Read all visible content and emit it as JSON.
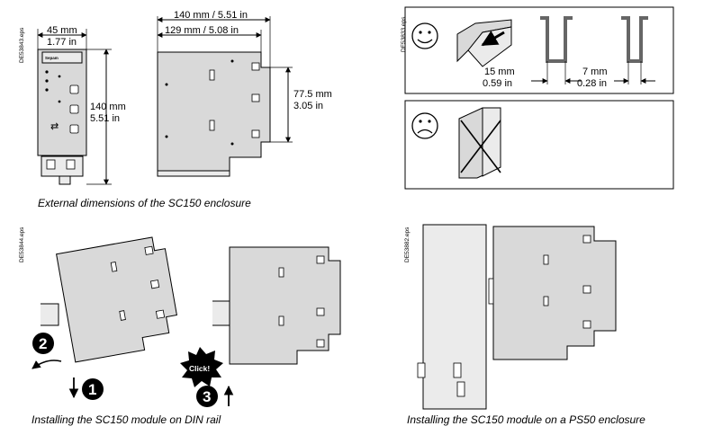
{
  "ids": {
    "top_left": "DE53843.eps",
    "top_right": "DE53833.eps",
    "bottom_left": "DE53844.eps",
    "bottom_right": "DE53882.eps"
  },
  "dims": {
    "width_mm": "45 mm",
    "width_in": "1.77 in",
    "height_mm": "140 mm",
    "height_in": "5.51 in",
    "depth_total": "140 mm / 5.51 in",
    "depth_body": "129 mm / 5.08 in",
    "depth_right_mm": "77.5 mm",
    "depth_right_in": "3.05 in",
    "rail_15_mm": "15 mm",
    "rail_15_in": "0.59 in",
    "rail_7_mm": "7 mm",
    "rail_7_in": "0.28 in"
  },
  "brand_label": "Sepam",
  "captions": {
    "external": "External dimensions of the SC150 enclosure",
    "din": "Installing the SC150 module on DIN rail",
    "ps50": "Installing the SC150 module on a PS50 enclosure"
  },
  "steps": {
    "one": "1",
    "two": "2",
    "three": "3",
    "click": "Click!"
  }
}
